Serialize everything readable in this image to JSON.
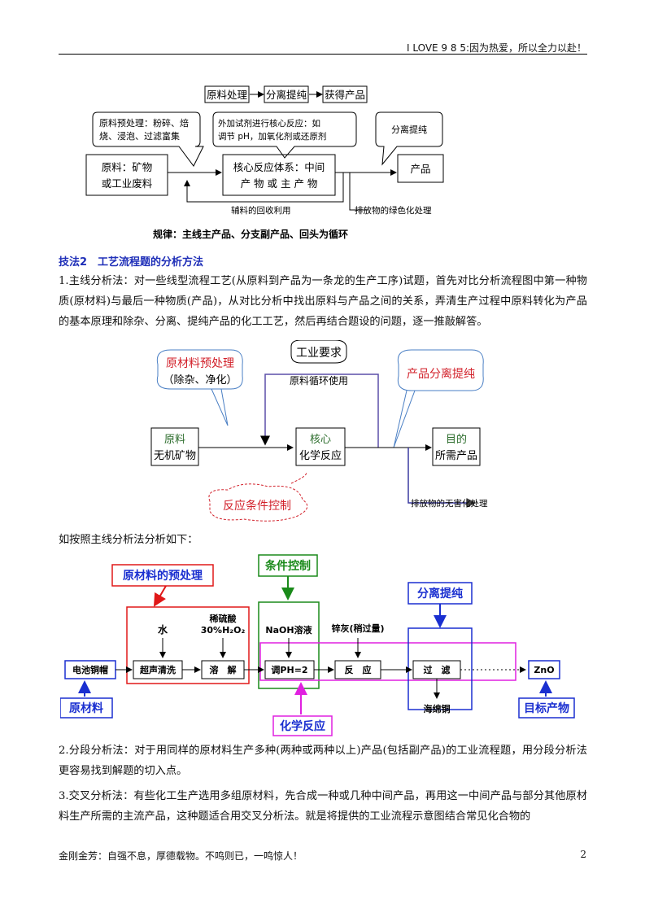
{
  "header": {
    "text": "I LOVE 9 8 5:因为热爱，所以全力以赴！"
  },
  "footer": {
    "left": "金刚金芳：自强不息，厚德载物。不鸣则已，一鸣惊人！",
    "page": "2"
  },
  "diagram1": {
    "top_flow": [
      "原料处理",
      "分离提纯",
      "获得产品"
    ],
    "bubble1": [
      "原料预处理：粉碎、焙",
      "烧、浸泡、过滤富集"
    ],
    "bubble2": [
      "外加试剂进行核心反应：如",
      "调节 pH，加氧化剂或还原剂"
    ],
    "bubble3": "分离提纯",
    "box_raw": [
      "原料：矿物",
      "或工业废料"
    ],
    "box_core": [
      "核心反应体系：中间",
      "产 物 或 主 产 物"
    ],
    "box_product": "产品",
    "recycle_label": "辅料的回收利用",
    "green_label": "排放物的绿色化处理",
    "rule": "规律：主线主产品、分支副产品、回头为循环"
  },
  "section2": {
    "title": "技法2　工艺流程题的分析方法",
    "para1": "1.主线分析法：对一些线型流程工艺(从原料到产品为一条龙的生产工序)试题，首先对比分析流程图中第一种物质(原材料)与最后一种物质(产品)，从对比分析中找出原料与产品之间的关系，弄清生产过程中原料转化为产品的基本原理和除杂、分离、提纯产品的化工工艺，然后再结合题设的问题，逐一推敲解答。"
  },
  "diagram2": {
    "cloud_pre": [
      "原材料预处理",
      "（除杂、净化）"
    ],
    "cloud_req": "工业要求",
    "recycle": "原料循环使用",
    "cloud_sep": "产品分离提纯",
    "box_raw": [
      "原料",
      "无机矿物"
    ],
    "box_core": [
      "核心",
      "化学反应"
    ],
    "box_goal": [
      "目的",
      "所需产品"
    ],
    "cloud_cond": "反应条件控制",
    "emission": "排放物的无害化处理"
  },
  "intro3": "如按照主线分析法分析如下：",
  "diagram3": {
    "label_pre": "原材料的预处理",
    "label_cond": "条件控制",
    "label_sep": "分离提纯",
    "label_raw": "原材料",
    "label_chem": "化学反应",
    "label_target": "目标产物",
    "water": "水",
    "acid1": "稀硫酸",
    "acid2": "30%H₂O₂",
    "naoh": "NaOH溶液",
    "zinc": "锌灰(稍过量)",
    "sponge": "海绵铜",
    "steps": [
      "电池铜帽",
      "超声清洗",
      "溶　解",
      "调PH=2",
      "反　应",
      "过　滤",
      "ZnO"
    ]
  },
  "paras_after": [
    "2.分段分析法：对于用同样的原材料生产多种(两种或两种以上)产品(包括副产品)的工业流程题，用分段分析法更容易找到解题的切入点。",
    "3.交叉分析法：有些化工生产选用多组原材料，先合成一种或几种中间产品，再用这一中间产品与部分其他原材料生产所需的主流产品，这种题适合用交叉分析法。就是将提供的工业流程示意图结合常见化合物的"
  ]
}
